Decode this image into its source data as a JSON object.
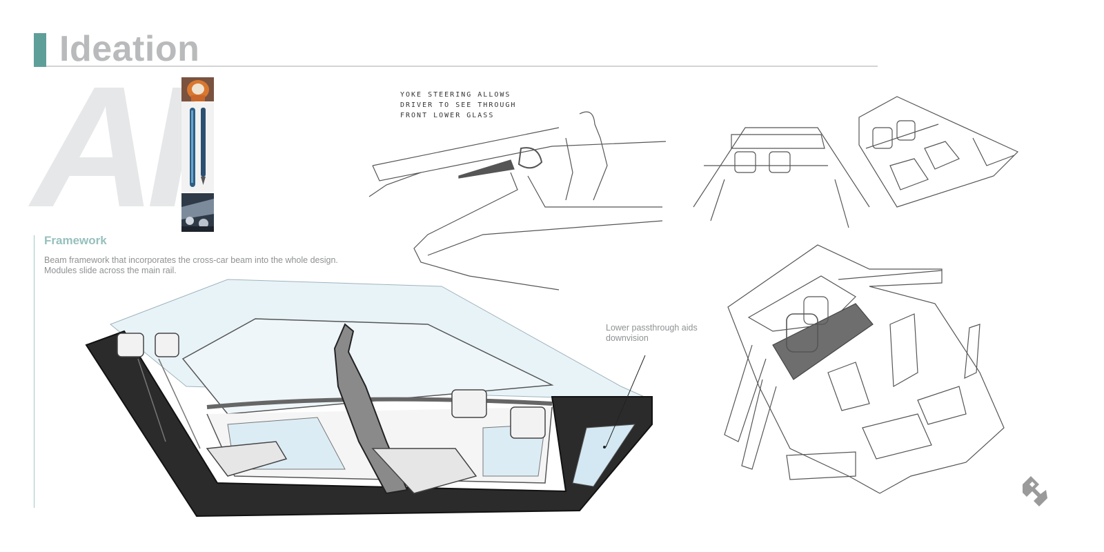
{
  "page": {
    "title": "Ideation",
    "big_letter": "AI",
    "accent_color": "#5e9f9a",
    "heading_color": "#96c0bd"
  },
  "section": {
    "heading": "Framework",
    "body_lines": [
      "Beam framework that incorporates the cross-car beam into the whole design.",
      "Modules slide across the main rail."
    ]
  },
  "annotation": {
    "lines": [
      "Lower passthrough aids",
      "downvision"
    ]
  },
  "sketch_note": {
    "lines": [
      "YOKE STEERING ALLOWS",
      "DRIVER TO SEE THROUGH",
      "FRONT LOWER GLASS"
    ]
  },
  "logo": {
    "icon": "brand-logo-icon"
  }
}
